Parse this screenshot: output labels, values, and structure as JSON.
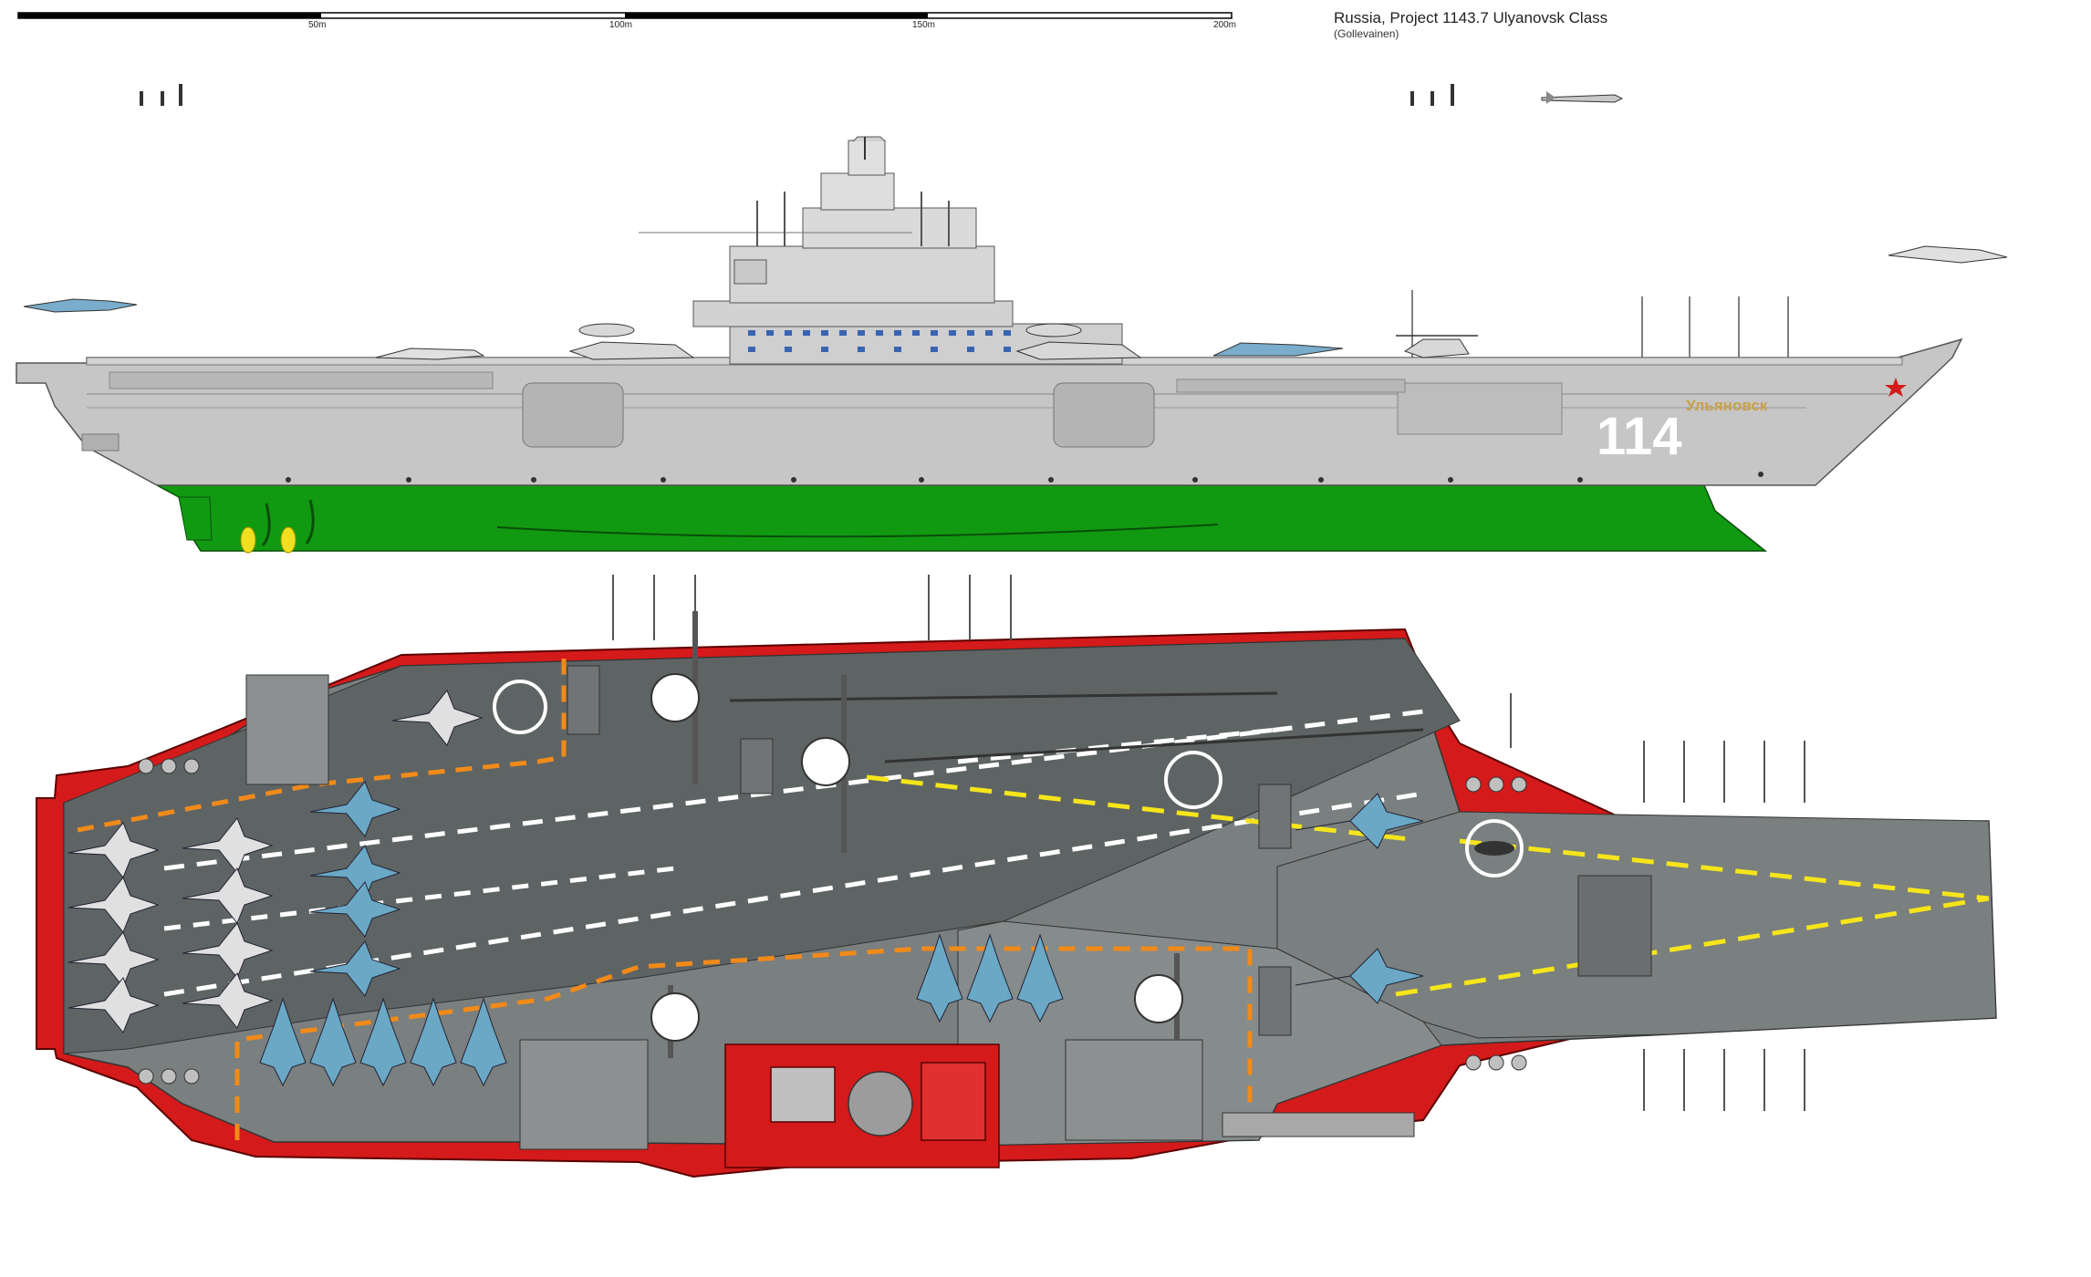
{
  "header": {
    "title": "Russia, Project 1143.7 Ulyanovsk Class",
    "credit": "(Gollevainen)"
  },
  "scale": {
    "labels": [
      "50m",
      "100m",
      "150m",
      "200m"
    ]
  },
  "ship": {
    "hull_number": "114",
    "hull_name": "Ульяновск"
  },
  "colors": {
    "hull_gray": "#c6c6c6",
    "underwater_green": "#119a11",
    "deck_dark": "#5e6464",
    "deck_mid": "#7a7f7f",
    "deck_red": "#d41a1a",
    "aircraft_blue": "#6aa8c6",
    "lane_orange": "#f28a1a",
    "lane_yellow": "#f5e51a",
    "lane_white": "#ffffff",
    "propeller_yellow": "#f0e020"
  }
}
